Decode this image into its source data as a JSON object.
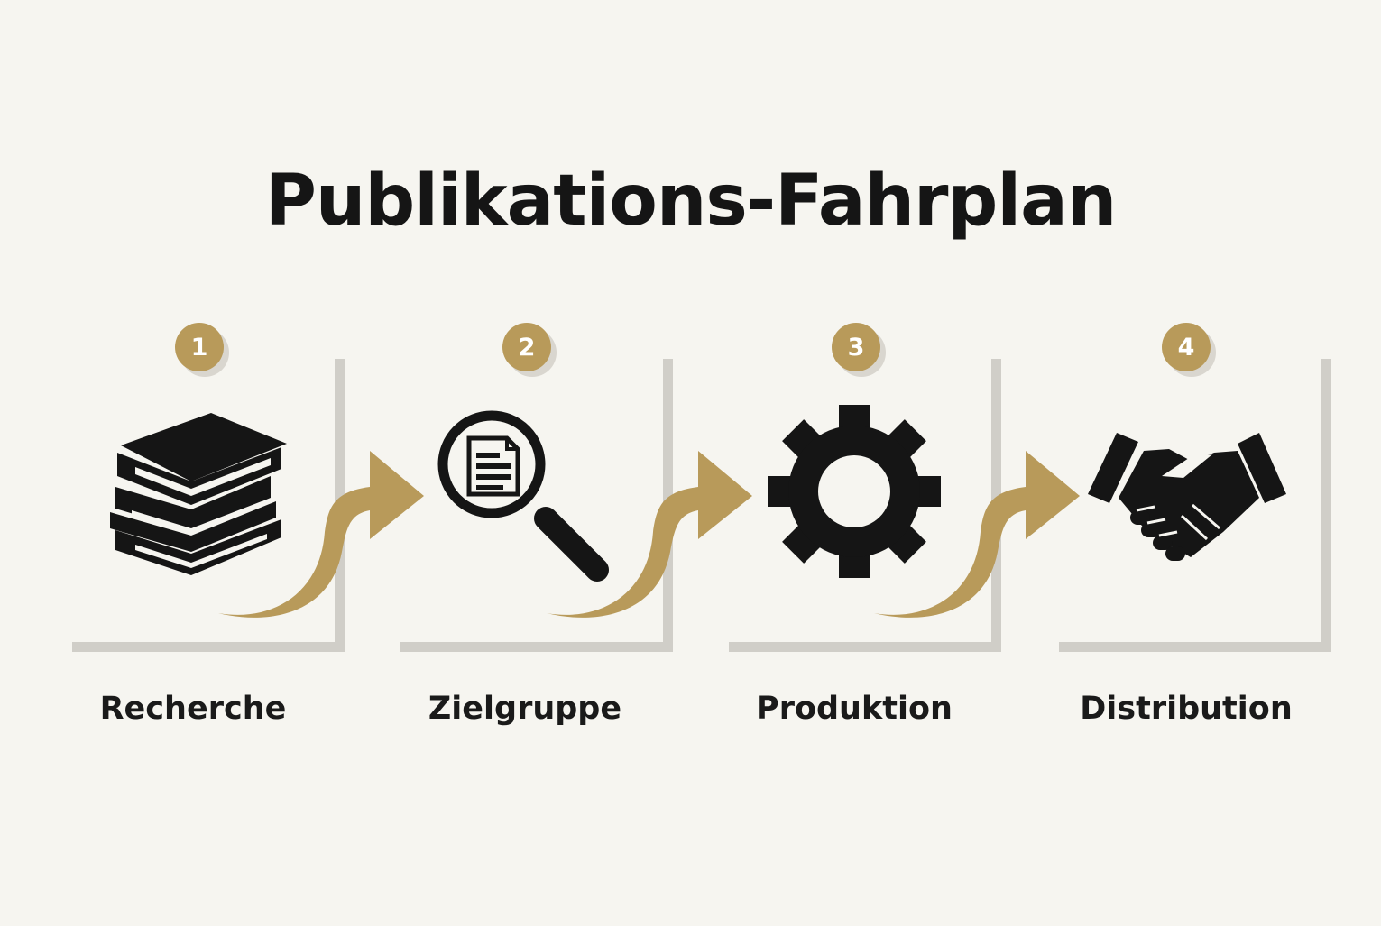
{
  "title": "Publikations-Fahrplan",
  "colors": {
    "background": "#f6f5f0",
    "accent": "#b89a5a",
    "icon": "#151515",
    "frame": "#d0cec8"
  },
  "steps": [
    {
      "number": "1",
      "label": "Recherche",
      "icon": "books-stack-icon"
    },
    {
      "number": "2",
      "label": "Zielgruppe",
      "icon": "magnifier-document-icon"
    },
    {
      "number": "3",
      "label": "Produktion",
      "icon": "gear-icon"
    },
    {
      "number": "4",
      "label": "Distribution",
      "icon": "handshake-icon"
    }
  ]
}
